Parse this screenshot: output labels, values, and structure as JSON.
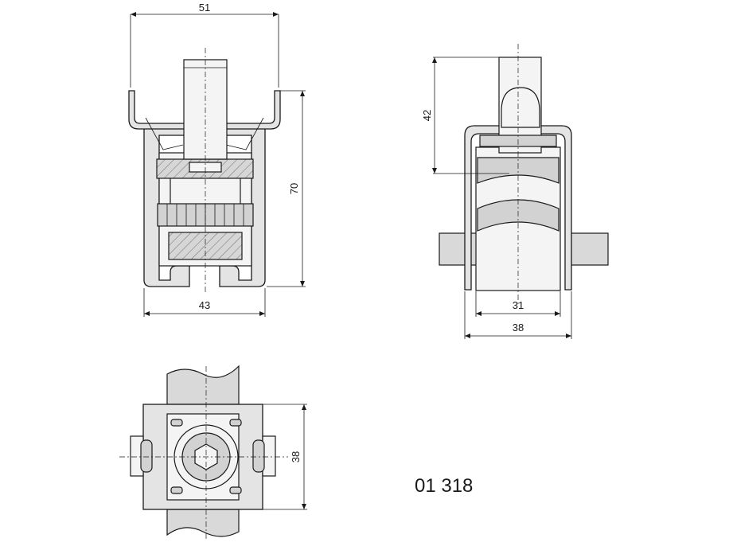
{
  "dimensions": {
    "front_top_width": "51",
    "front_height": "70",
    "front_bottom_width": "43",
    "side_height": "42",
    "side_inner_width": "31",
    "side_outer_width": "38",
    "plan_height": "38"
  },
  "article_number": "01 318",
  "colors": {
    "line": "#1a1a1a",
    "fill_light": "#e4e4e4",
    "fill_dark": "#d2d2d2",
    "background": "#ffffff"
  }
}
